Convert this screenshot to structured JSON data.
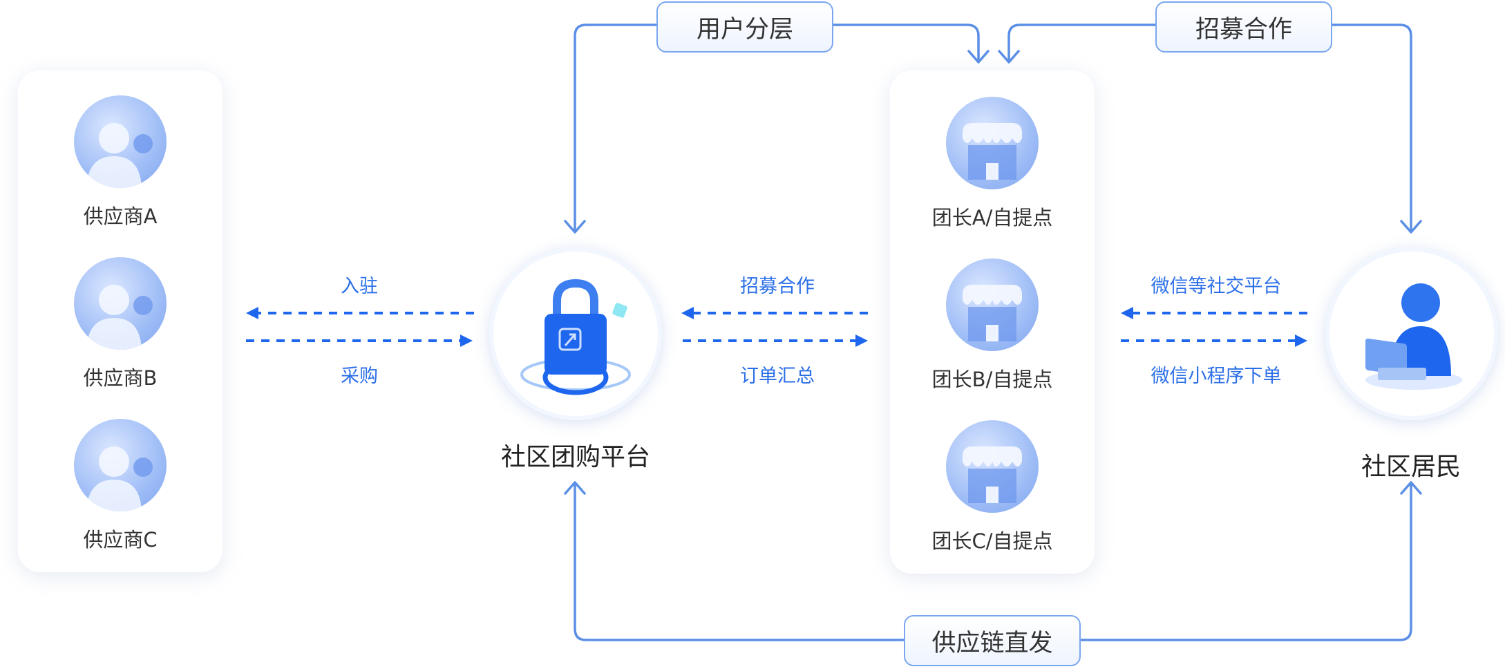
{
  "suppliers": [
    {
      "label": "供应商A"
    },
    {
      "label": "供应商B"
    },
    {
      "label": "供应商C"
    }
  ],
  "leaders": [
    {
      "label": "团长A/自提点"
    },
    {
      "label": "团长B/自提点"
    },
    {
      "label": "团长C/自提点"
    }
  ],
  "platform": {
    "label": "社区团购平台"
  },
  "residents": {
    "label": "社区居民"
  },
  "top_pills": {
    "left": "用户分层",
    "right": "招募合作"
  },
  "bottom_pill": "供应链直发",
  "flows": {
    "supplier_platform_top": "入驻",
    "supplier_platform_bottom": "采购",
    "platform_leader_top": "招募合作",
    "platform_leader_bottom": "订单汇总",
    "leader_resident_top": "微信等社交平台",
    "leader_resident_bottom": "微信小程序下单"
  },
  "colors": {
    "accent": "#2b6fe8",
    "line": "#5b8fe6",
    "dashed": "#1e66ee"
  }
}
